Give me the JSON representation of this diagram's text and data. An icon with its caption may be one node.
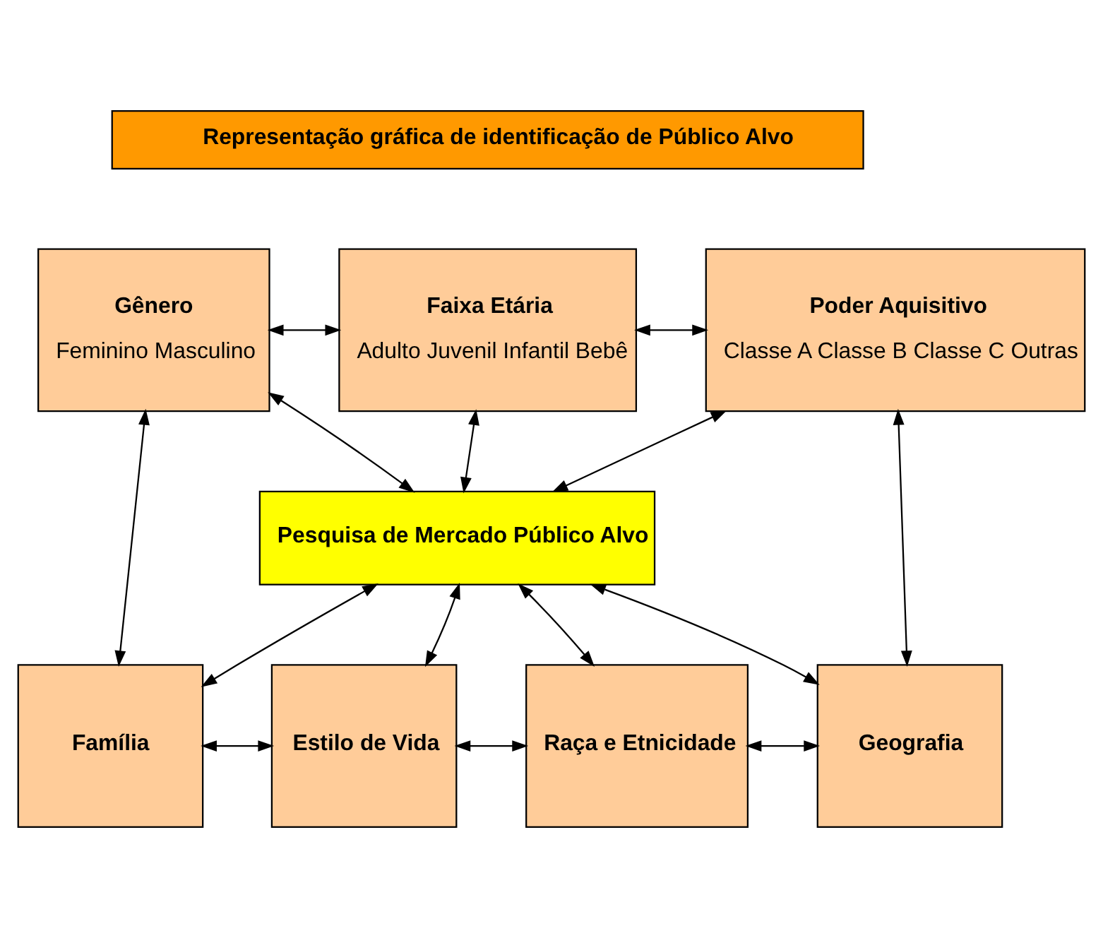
{
  "diagram": {
    "nodes": [
      {
        "text": [
          "Representação gráfica de identificação de Público Alvo"
        ]
      },
      {
        "text": [
          "Gênero",
          "Feminino Masculino"
        ]
      },
      {
        "text": [
          "Faixa Etária",
          "Adulto Juvenil Infantil Bebê"
        ]
      },
      {
        "text": [
          "Poder Aquisitivo",
          "Classe A Classe B Classe C Outras"
        ]
      },
      {
        "text": [
          "Pesquisa de Mercado Público Alvo"
        ]
      },
      {
        "text": [
          "Família"
        ]
      },
      {
        "text": [
          "Estilo de Vida"
        ]
      },
      {
        "text": [
          "Raça e Etnicidade"
        ]
      },
      {
        "text": [
          "Geografia"
        ]
      }
    ],
    "edges": [
      {
        "from": 1,
        "to": 2,
        "arrow": "both"
      },
      {
        "from": 2,
        "to": 3,
        "arrow": "both"
      },
      {
        "from": 1,
        "to": 4,
        "arrow": "both"
      },
      {
        "from": 2,
        "to": 4,
        "arrow": "both"
      },
      {
        "from": 3,
        "to": 4,
        "arrow": "both"
      },
      {
        "from": 1,
        "to": 5,
        "arrow": "both"
      },
      {
        "from": 3,
        "to": 8,
        "arrow": "both"
      },
      {
        "from": 4,
        "to": 5,
        "arrow": "both"
      },
      {
        "from": 4,
        "to": 6,
        "arrow": "both"
      },
      {
        "from": 4,
        "to": 7,
        "arrow": "both"
      },
      {
        "from": 4,
        "to": 8,
        "arrow": "both"
      },
      {
        "from": 5,
        "to": 6,
        "arrow": "both"
      },
      {
        "from": 6,
        "to": 7,
        "arrow": "both"
      },
      {
        "from": 7,
        "to": 8,
        "arrow": "both"
      }
    ]
  }
}
